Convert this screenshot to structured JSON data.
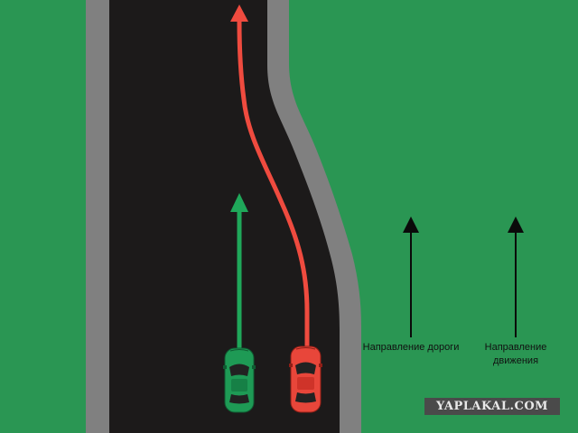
{
  "colors": {
    "grass": "#2a9653",
    "curb": "#808080",
    "asphalt": "#1c1a1a",
    "green_path": "#1fa85a",
    "red_path": "#ef4b3f",
    "green_car": "#1e9a55",
    "red_car": "#e8463a",
    "legend_arrow": "#0a0a0a"
  },
  "legend": {
    "road_direction": "Направление дороги",
    "motion_direction": "Направление движения"
  },
  "watermark": "YAPLAKAL.COM",
  "cars": [
    {
      "name": "green-car",
      "color": "green"
    },
    {
      "name": "red-car",
      "color": "red"
    }
  ]
}
